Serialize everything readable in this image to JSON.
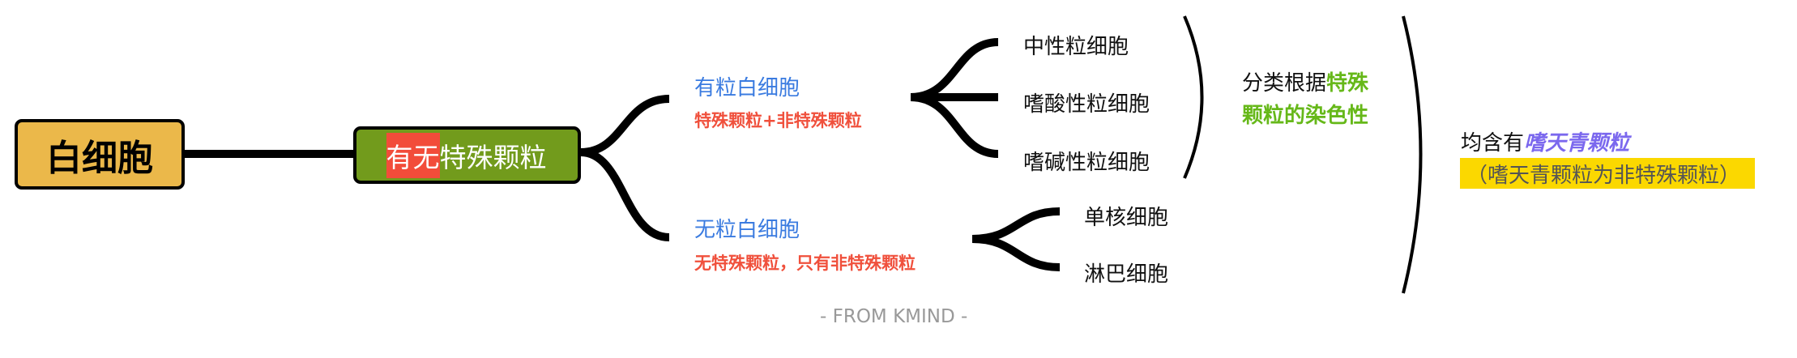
{
  "root": {
    "label": "白细胞",
    "color": "#ebb84a"
  },
  "main": {
    "highlight": "有无",
    "label": "特殊颗粒",
    "color": "#729b1c",
    "highlight_color": "#f24c3a"
  },
  "branches": [
    {
      "title": "有粒白细胞",
      "subtitle": "特殊颗粒+非特殊颗粒",
      "children": [
        "中性粒细胞",
        "嗜酸性粒细胞",
        "嗜碱性粒细胞"
      ]
    },
    {
      "title": "无粒白细胞",
      "subtitle": "无特殊颗粒，只有非特殊颗粒",
      "children": [
        "单核细胞",
        "淋巴细胞"
      ]
    }
  ],
  "summary1": {
    "prefix": "分类根据",
    "emphasis_1": "特殊",
    "emphasis_2": "颗粒的染色性"
  },
  "summary2": {
    "prefix": "均含有",
    "emphasis": "嗜天青颗粒",
    "note": "（嗜天青颗粒为非特殊颗粒）"
  },
  "colors": {
    "title_blue": "#3a7be0",
    "subtitle_red": "#f0503c",
    "green": "#66b819",
    "purple": "#7b68ee",
    "note_bg": "#fbd800"
  },
  "footer": "- FROM KMIND -"
}
